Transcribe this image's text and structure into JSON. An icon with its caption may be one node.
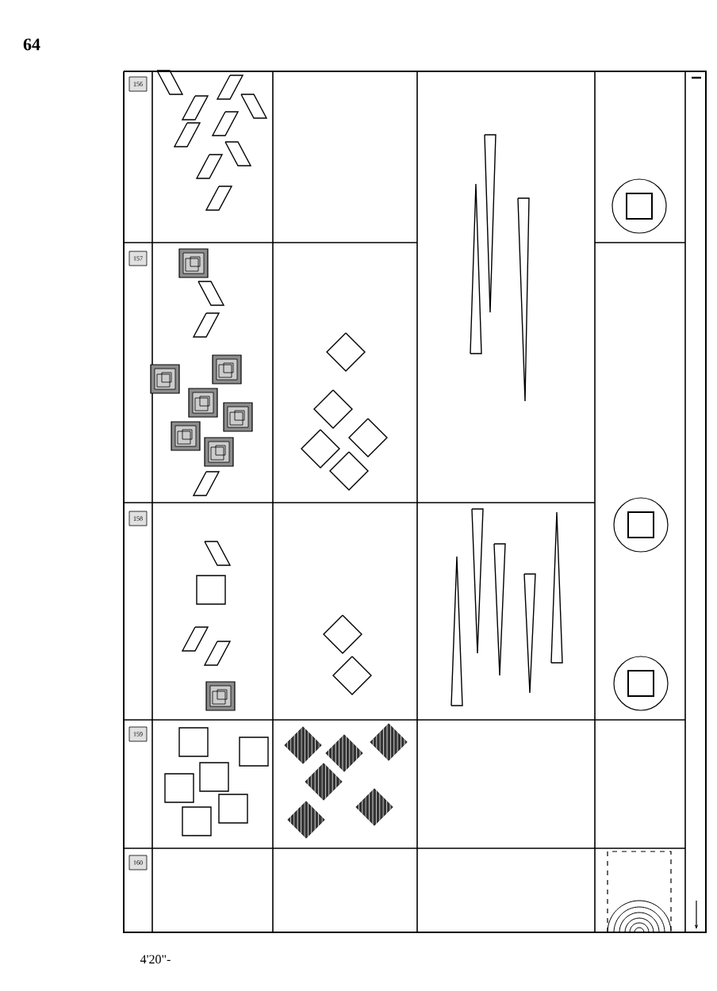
{
  "diagram": {
    "labels": [
      "64",
      "156",
      "157",
      "158",
      "159",
      "160",
      "4'20\"-"
    ]
  }
}
